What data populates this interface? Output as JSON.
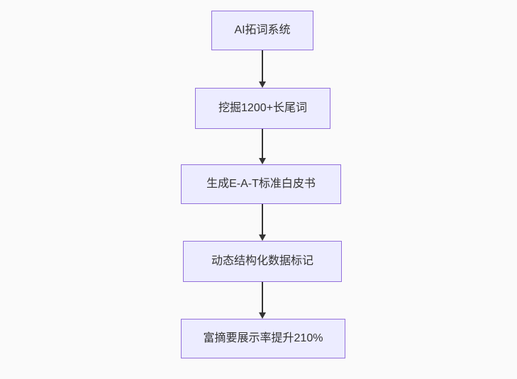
{
  "page": {
    "background_color": "#fafafa"
  },
  "theme": {
    "node_fill": "#ECECFF",
    "node_border": "#9370DB",
    "node_text_color": "#333333",
    "arrow_color": "#333333"
  },
  "flowchart": {
    "type": "flowchart",
    "direction": "top-down",
    "nodes": [
      {
        "id": "step-1",
        "label": "AI拓词系统"
      },
      {
        "id": "step-2",
        "label": "挖掘1200+长尾词"
      },
      {
        "id": "step-3",
        "label": "生成E-A-T标准白皮书"
      },
      {
        "id": "step-4",
        "label": "动态结构化数据标记"
      },
      {
        "id": "step-5",
        "label": "富摘要展示率提升210%"
      }
    ],
    "edges": [
      {
        "from": "step-1",
        "to": "step-2"
      },
      {
        "from": "step-2",
        "to": "step-3"
      },
      {
        "from": "step-3",
        "to": "step-4"
      },
      {
        "from": "step-4",
        "to": "step-5"
      }
    ]
  }
}
